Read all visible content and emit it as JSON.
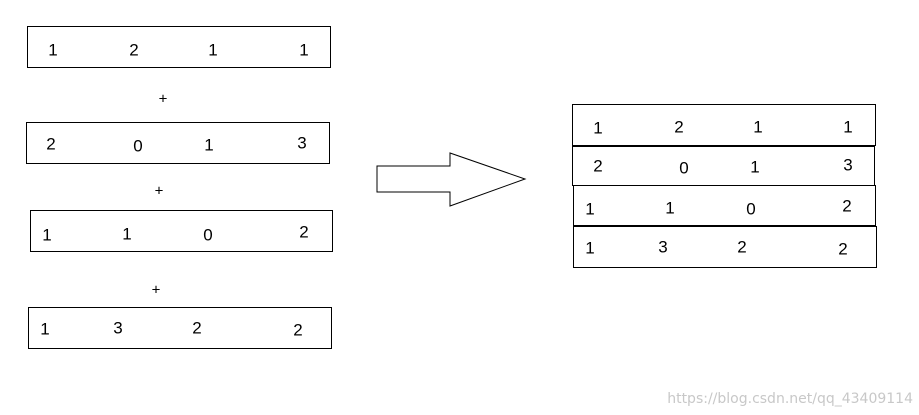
{
  "left_rows": [
    {
      "values": [
        "1",
        "2",
        "1",
        "1"
      ]
    },
    {
      "values": [
        "2",
        "0",
        "1",
        "3"
      ]
    },
    {
      "values": [
        "1",
        "1",
        "0",
        "2"
      ]
    },
    {
      "values": [
        "1",
        "3",
        "2",
        "2"
      ]
    }
  ],
  "plus_signs": [
    "+",
    "+",
    "+"
  ],
  "right_rows": [
    {
      "values": [
        "1",
        "2",
        "1",
        "1"
      ]
    },
    {
      "values": [
        "2",
        "0",
        "1",
        "3"
      ]
    },
    {
      "values": [
        "1",
        "1",
        "0",
        "2"
      ]
    },
    {
      "values": [
        "1",
        "3",
        "2",
        "2"
      ]
    }
  ],
  "watermark": "https://blog.csdn.net/qq_43409114"
}
